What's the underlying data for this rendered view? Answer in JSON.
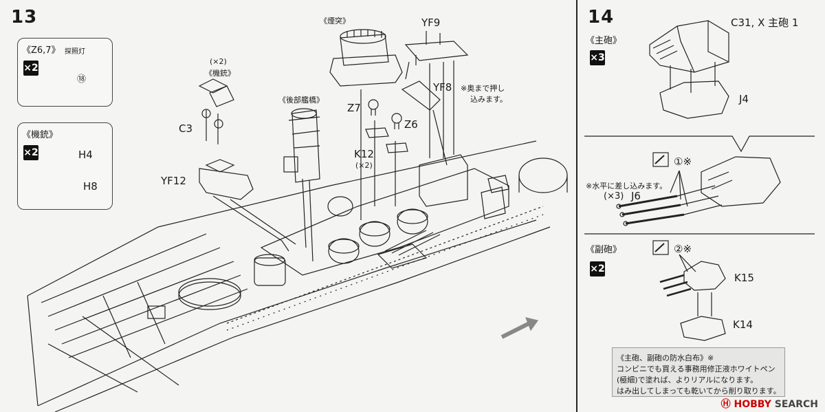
{
  "step13": {
    "number": "13",
    "box_searchlight": {
      "title": "《Z6,7》",
      "subtitle": "探照灯",
      "qty": "×2",
      "part": "⑱"
    },
    "box_aa": {
      "title": "《機銃》",
      "qty": "×2",
      "part_top": "H4",
      "part_bottom": "H8"
    },
    "aa_group": {
      "count": "(×2)",
      "title": "《機銃》"
    },
    "labels": {
      "c3": "C3",
      "yf12": "YF12",
      "rear_bridge": "《後部艦橋》",
      "funnel": "《煙突》",
      "yf9": "YF9",
      "yf8": "YF8",
      "z7": "Z7",
      "z6": "Z6",
      "k12": "K12",
      "k12_count": "(×2)",
      "note_line1": "※奥まで押し",
      "note_line2": "込みます。"
    }
  },
  "step14": {
    "number": "14",
    "main_gun": {
      "title": "《主砲》",
      "qty": "×3",
      "part_top": "C31, X 主砲 1",
      "part_bottom": "J4"
    },
    "barrels": {
      "marker": "①※",
      "note": "※水平に差し込みます。",
      "count": "(×3)",
      "part": "J6"
    },
    "secondary_gun": {
      "title": "《副砲》",
      "qty": "×2",
      "marker": "②※",
      "part_top": "K15",
      "part_bottom": "K14"
    },
    "note": {
      "line1": "《主砲、副砲の防水白布》※",
      "line2": "コンビニでも買える事務用修正液ホワイトペン",
      "line3": "(極細)で塗れば、よりリアルになります。",
      "line4": "はみ出してしまっても乾いてから削り取ります。"
    }
  },
  "watermark": {
    "icon_label": "Ⓗ",
    "brand": "HOBBY",
    "text": "SEARCH"
  }
}
